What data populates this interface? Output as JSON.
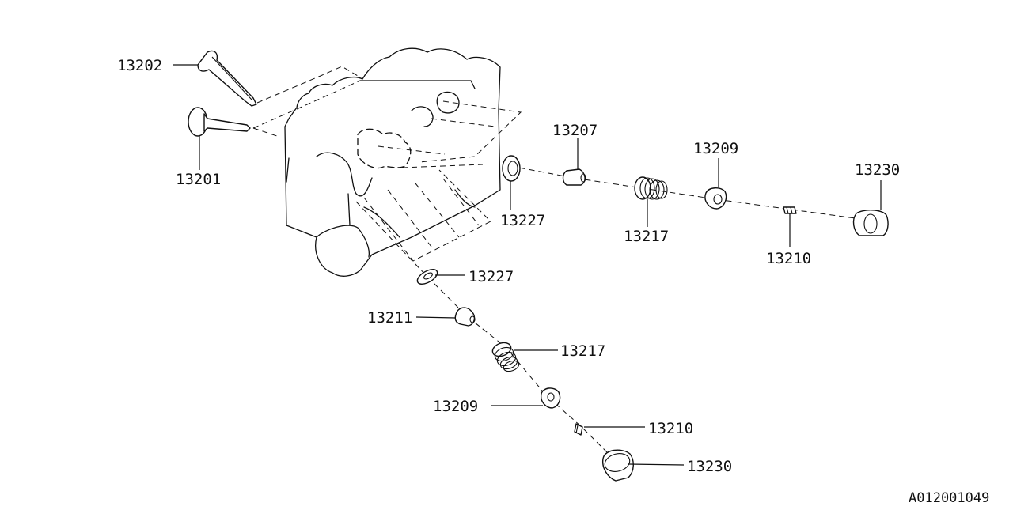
{
  "diagram": {
    "labels": {
      "exhaust_valve": "13202",
      "intake_valve": "13201",
      "spring_seat_upper": "13207",
      "seal_upper": "13227",
      "spring_upper": "13217",
      "retainer_upper": "13209",
      "keeper_upper": "13210",
      "lifter_upper": "13230",
      "seal_lower": "13227",
      "spring_seat_lower": "13211",
      "spring_lower": "13217",
      "retainer_lower": "13209",
      "keeper_lower": "13210",
      "lifter_lower": "13230"
    },
    "reference_code": "A012001049"
  }
}
